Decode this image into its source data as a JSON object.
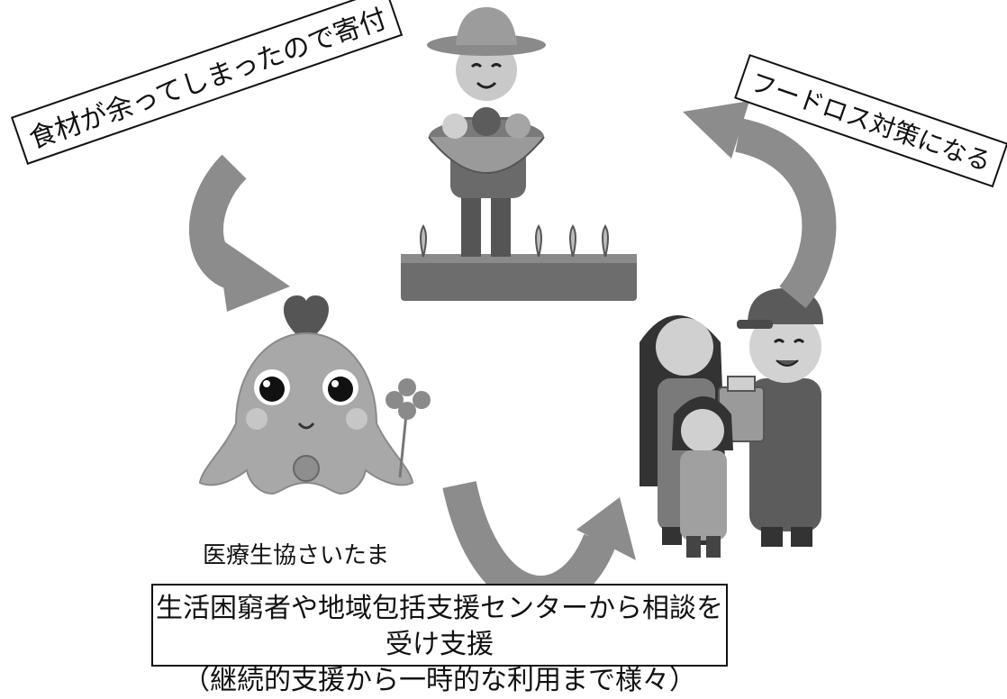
{
  "labels": {
    "donation": "食材が余ってしまったので寄付",
    "food_loss": "フードロス対策になる",
    "org_name": "医療生協さいたま",
    "support_line1": "生活困窮者や地域包括支援センターから相談を受け支援",
    "support_line2": "（継続的支援から一時的な利用まで様々）"
  },
  "colors": {
    "arrow": "#8c8c8c",
    "figure_dark": "#3a3a3a",
    "figure_mid": "#7a7a7a",
    "figure_light": "#bdbdbd"
  },
  "icons": [
    "farmer-icon",
    "mascot-icon",
    "family-icon",
    "curved-arrow-icon"
  ]
}
